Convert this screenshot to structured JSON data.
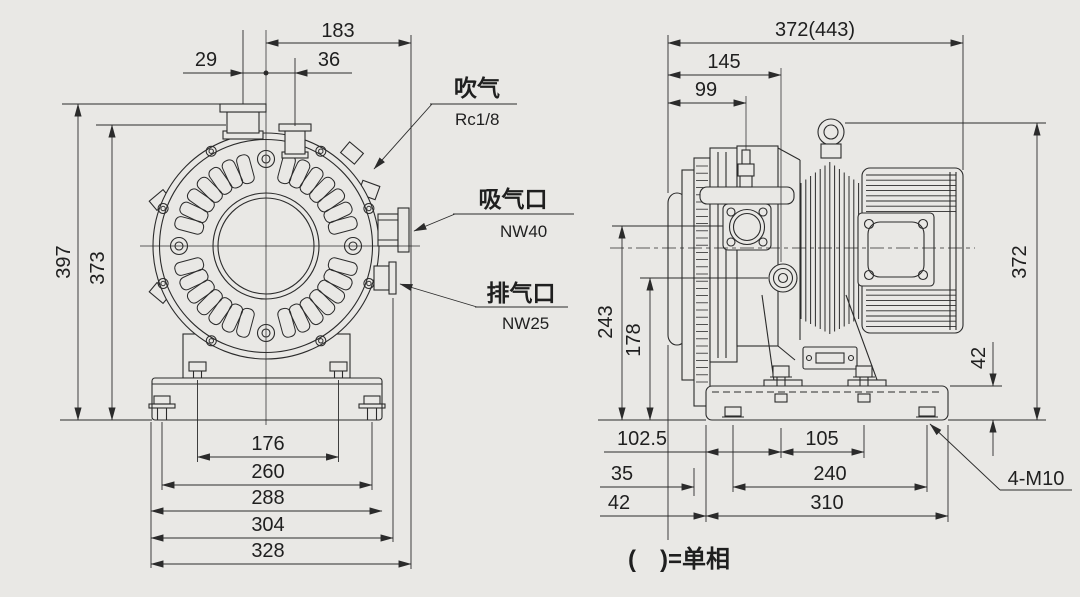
{
  "colors": {
    "background": "#e9e8e5",
    "line": "#2b2b2b"
  },
  "front_view": {
    "dims": {
      "top_width": "183",
      "port_offset_left": "29",
      "port_offset_right": "36",
      "height_overall": "397",
      "height_to_small_port": "373",
      "foot_bolt_span": "176",
      "plate_bolt_span": "260",
      "plate_width": "288",
      "width_to_exhaust": "304",
      "width_overall": "328"
    },
    "labels": {
      "blow": {
        "name": "吹气",
        "spec": "Rc1/8"
      },
      "suction": {
        "name": "吸气口",
        "spec": "NW40"
      },
      "exhaust": {
        "name": "排气口",
        "spec": "NW25"
      }
    }
  },
  "side_view": {
    "dims": {
      "length_overall": "372(443)",
      "length_to_exhaust_axis": "145",
      "length_to_suction_axis": "99",
      "height_overall": "372",
      "suction_axis_height": "243",
      "exhaust_axis_height": "178",
      "plate_thickness": "42",
      "plate_edge_to_bolt": "102.5",
      "bracket_bolt_span": "105",
      "face_to_bracket": "35",
      "plate_bolt_span": "240",
      "face_to_plate_edge": "42",
      "plate_width": "310",
      "mount_holes": "4-M10"
    }
  },
  "note": "(　)=单相"
}
